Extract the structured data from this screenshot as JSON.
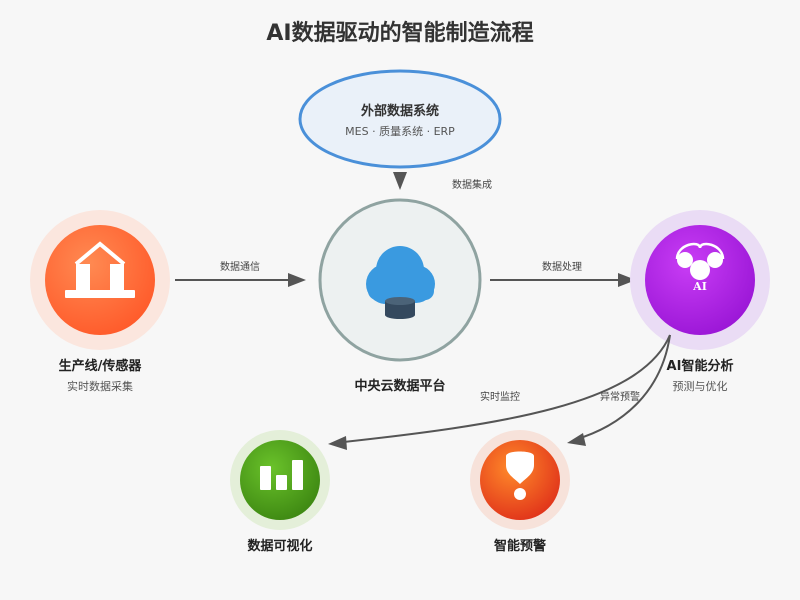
{
  "title": "AI数据驱动的智能制造流程",
  "nodes": {
    "external": {
      "title": "外部数据系统",
      "subtitle": "MES · 质量系统 · ERP"
    },
    "production": {
      "title": "生产线/传感器",
      "subtitle": "实时数据采集"
    },
    "cloud": {
      "title": "中央云数据平台"
    },
    "ai": {
      "title": "AI智能分析",
      "subtitle": "预测与优化",
      "icon_text": "AI"
    },
    "visualization": {
      "title": "数据可视化"
    },
    "alert": {
      "title": "智能预警"
    }
  },
  "edges": {
    "integration": "数据集成",
    "communication": "数据通信",
    "processing": "数据处理",
    "monitoring": "实时监控",
    "alerting": "异常预警"
  },
  "icons": {
    "production": "factory-icon",
    "cloud": "cloud-database-icon",
    "ai": "brain-icon",
    "visualization": "bar-chart-icon",
    "alert": "warning-icon"
  },
  "colors": {
    "background": "#f7f7f7",
    "production": "#ff6b35",
    "cloud_ring": "#8fa3a1",
    "ai": "#b01ee8",
    "visualization": "#4a9a18",
    "alert": "#f04e1e",
    "external_border": "#4a90d9",
    "arrow": "#555555"
  }
}
